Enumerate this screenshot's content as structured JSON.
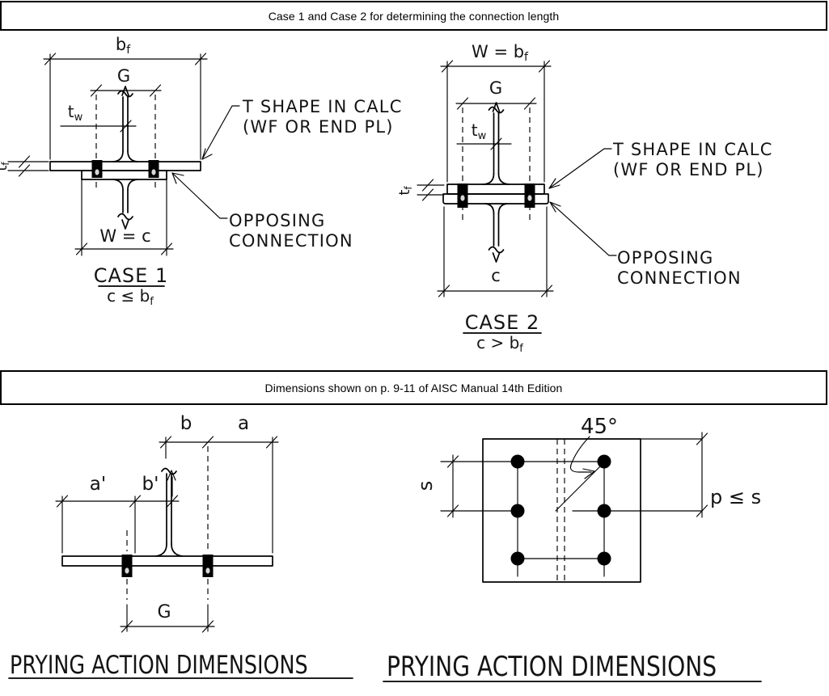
{
  "colors": {
    "line": "#000000",
    "background": "#ffffff",
    "text": "#141414"
  },
  "header1": {
    "text": "Case 1 and Case 2 for determining the connection length"
  },
  "header2": {
    "text": "Dimensions shown on p. 9-11 of AISC Manual 14th Edition"
  },
  "case1": {
    "dim_bf": {
      "main": "b",
      "sub": "f"
    },
    "dim_g": "G",
    "dim_tw": {
      "main": "t",
      "sub": "w"
    },
    "dim_tf": {
      "main": "t",
      "sub": "f"
    },
    "dim_w": "W = c",
    "title": "CASE 1",
    "condition": {
      "main": "c ≤ b",
      "sub": "f"
    },
    "label_tshape_line1": "T SHAPE IN CALC",
    "label_tshape_line2": "(WF OR END PL)",
    "label_opposing_line1": "OPPOSING",
    "label_opposing_line2": "CONNECTION"
  },
  "case2": {
    "dim_w_bf": {
      "main": "W = b",
      "sub": "f"
    },
    "dim_g": "G",
    "dim_tw": {
      "main": "t",
      "sub": "w"
    },
    "dim_tf": {
      "main": "t",
      "sub": "f"
    },
    "dim_c": "c",
    "title": "CASE 2",
    "condition": {
      "main": "c > b",
      "sub": "f"
    },
    "label_tshape_line1": "T SHAPE IN CALC",
    "label_tshape_line2": "(WF OR END PL)",
    "label_opposing_line1": "OPPOSING",
    "label_opposing_line2": "CONNECTION"
  },
  "prying_left": {
    "dim_b": "b",
    "dim_a": "a",
    "dim_a_prime": "a'",
    "dim_b_prime": "b'",
    "dim_g": "G",
    "title": "PRYING ACTION DIMENSIONS"
  },
  "prying_right": {
    "dim_angle": "45°",
    "dim_s": "s",
    "dim_p": "p ≤ s",
    "title": "PRYING ACTION DIMENSIONS"
  }
}
